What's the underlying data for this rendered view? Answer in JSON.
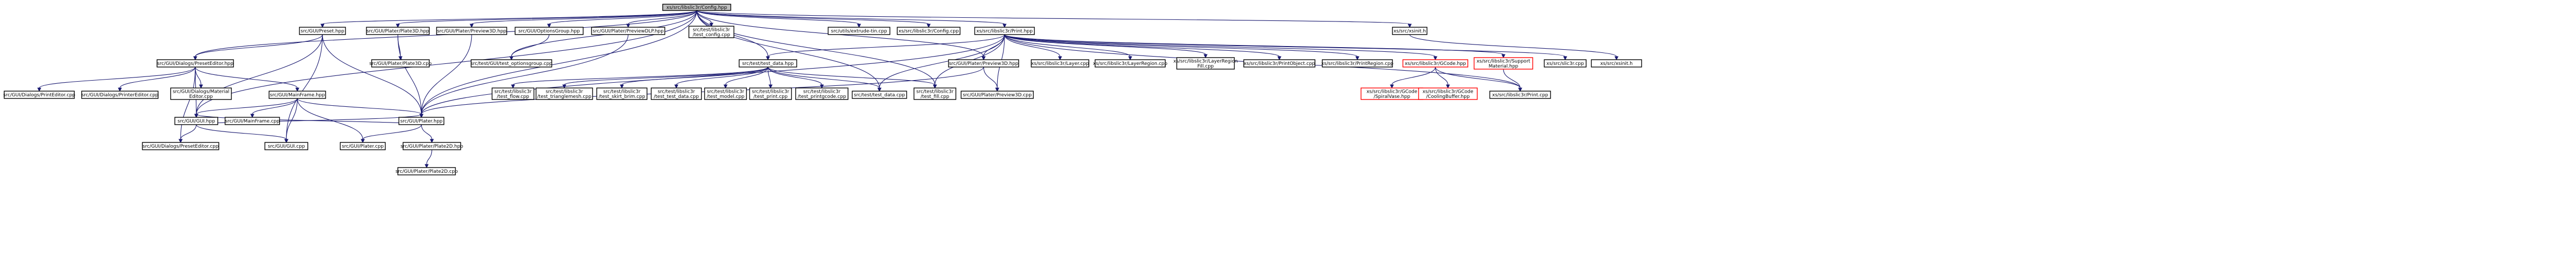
{
  "graph": {
    "edge_color": "#191970",
    "missing_color": "#ff0000",
    "root_fill": "#bfbfbf",
    "nodes": [
      {
        "id": "root",
        "lines": [
          "xs/src/libslic3r/Config.hpp"
        ],
        "root": true
      },
      {
        "id": "preset_hpp",
        "lines": [
          "src/GUI/Preset.hpp"
        ]
      },
      {
        "id": "plate3d_hpp",
        "lines": [
          "src/GUI/Plater/Plate3D.hpp"
        ]
      },
      {
        "id": "preview3d_hpp",
        "lines": [
          "src/GUI/Plater/Preview3D.hpp"
        ]
      },
      {
        "id": "optionsgroup_hpp",
        "lines": [
          "src/GUI/OptionsGroup.hpp"
        ]
      },
      {
        "id": "previewdlp_hpp",
        "lines": [
          "src/GUI/Plater/PreviewDLP.hpp"
        ]
      },
      {
        "id": "test_config",
        "lines": [
          "src/test/libslic3r",
          "/test_config.cpp"
        ]
      },
      {
        "id": "extrude_tin",
        "lines": [
          "src/utils/extrude-tin.cpp"
        ]
      },
      {
        "id": "xs_config_cpp",
        "lines": [
          "xs/src/libslic3r/Config.cpp"
        ]
      },
      {
        "id": "print_hpp",
        "lines": [
          "xs/src/libslic3r/Print.hpp"
        ]
      },
      {
        "id": "xsinit_h",
        "lines": [
          "xs/src/xsinit.h"
        ]
      },
      {
        "id": "preseteditor_hpp",
        "lines": [
          "src/GUI/Dialogs/PresetEditor.hpp"
        ]
      },
      {
        "id": "plate3d_cpp",
        "lines": [
          "src/GUI/Plater/Plate3D.cpp"
        ]
      },
      {
        "id": "test_optionsgroup",
        "lines": [
          "src/test/GUI/test_optionsgroup.cpp"
        ]
      },
      {
        "id": "test_data_hpp",
        "lines": [
          "src/test/test_data.hpp"
        ]
      },
      {
        "id": "preview3d_hpp2",
        "lines": [
          "src/GUI/Plater/Preview3D.hpp"
        ]
      },
      {
        "id": "layer_cpp",
        "lines": [
          "xs/src/libslic3r/Layer.cpp"
        ]
      },
      {
        "id": "layerregion_cpp",
        "lines": [
          "xs/src/libslic3r/LayerRegion.cpp"
        ]
      },
      {
        "id": "layerregionfill_cpp",
        "lines": [
          "xs/src/libslic3r/LayerRegion",
          "Fill.cpp"
        ]
      },
      {
        "id": "printobject_cpp",
        "lines": [
          "xs/src/libslic3r/PrintObject.cpp"
        ]
      },
      {
        "id": "printregion_cpp",
        "lines": [
          "xs/src/libslic3r/PrintRegion.cpp"
        ]
      },
      {
        "id": "gcode_hpp",
        "lines": [
          "xs/src/libslic3r/GCode.hpp"
        ],
        "missing": true
      },
      {
        "id": "supportmaterial_hpp",
        "lines": [
          "xs/src/libslic3r/Support",
          "Material.hpp"
        ],
        "missing": true
      },
      {
        "id": "slic3r_cpp",
        "lines": [
          "xs/src/slic3r.cpp"
        ]
      },
      {
        "id": "xsutils_cpp",
        "lines": [
          "xs/src/xsinit.h"
        ]
      },
      {
        "id": "printeditor_cpp",
        "lines": [
          "src/GUI/Dialogs/PrintEditor.cpp"
        ]
      },
      {
        "id": "printereditor_cpp",
        "lines": [
          "src/GUI/Dialogs/PrinterEditor.cpp"
        ]
      },
      {
        "id": "materialeditor_cpp",
        "lines": [
          "src/GUI/Dialogs/Material",
          "Editor.cpp"
        ]
      },
      {
        "id": "mainframe_hpp",
        "lines": [
          "src/GUI/MainFrame.hpp"
        ]
      },
      {
        "id": "test_flow",
        "lines": [
          "src/test/libslic3r",
          "/test_flow.cpp"
        ]
      },
      {
        "id": "test_trianglemesh",
        "lines": [
          "src/test/libslic3r",
          "/test_trianglemesh.cpp"
        ]
      },
      {
        "id": "test_skirt_brim",
        "lines": [
          "src/test/libslic3r",
          "/test_skirt_brim.cpp"
        ]
      },
      {
        "id": "test_test_data",
        "lines": [
          "src/test/libslic3r",
          "/test_test_data.cpp"
        ]
      },
      {
        "id": "test_model",
        "lines": [
          "src/test/libslic3r",
          "/test_model.cpp"
        ]
      },
      {
        "id": "test_print",
        "lines": [
          "src/test/libslic3r",
          "/test_print.cpp"
        ]
      },
      {
        "id": "test_printgcode",
        "lines": [
          "src/test/libslic3r",
          "/test_printgcode.cpp"
        ]
      },
      {
        "id": "test_data_cpp",
        "lines": [
          "src/test/test_data.cpp"
        ]
      },
      {
        "id": "test_fill",
        "lines": [
          "src/test/libslic3r",
          "/test_fill.cpp"
        ]
      },
      {
        "id": "preview3d_cpp",
        "lines": [
          "src/GUI/Plater/Preview3D.cpp"
        ]
      },
      {
        "id": "gcode_spiralvase",
        "lines": [
          "xs/src/libslic3r/GCode",
          "/SpiralVase.hpp"
        ],
        "missing": true
      },
      {
        "id": "gcode_coolingbuffer",
        "lines": [
          "xs/src/libslic3r/GCode",
          "/CoolingBuffer.hpp"
        ],
        "missing": true
      },
      {
        "id": "print_cpp",
        "lines": [
          "xs/src/libslic3r/Print.cpp"
        ]
      },
      {
        "id": "gui_hpp",
        "lines": [
          "src/GUI/GUI.hpp"
        ]
      },
      {
        "id": "mainframe_cpp",
        "lines": [
          "src/GUI/MainFrame.cpp"
        ]
      },
      {
        "id": "plater_hpp",
        "lines": [
          "src/GUI/Plater.hpp"
        ]
      },
      {
        "id": "preseteditor_cpp",
        "lines": [
          "src/GUI/Dialogs/PresetEditor.cpp"
        ]
      },
      {
        "id": "gui_cpp",
        "lines": [
          "src/GUI/GUI.cpp"
        ]
      },
      {
        "id": "plater_cpp",
        "lines": [
          "src/GUI/Plater.cpp"
        ]
      },
      {
        "id": "plate2d_hpp",
        "lines": [
          "src/GUI/Plater/Plate2D.hpp"
        ]
      },
      {
        "id": "plate2d_cpp",
        "lines": [
          "src/GUI/Plater/Plate2D.cpp"
        ]
      }
    ]
  }
}
